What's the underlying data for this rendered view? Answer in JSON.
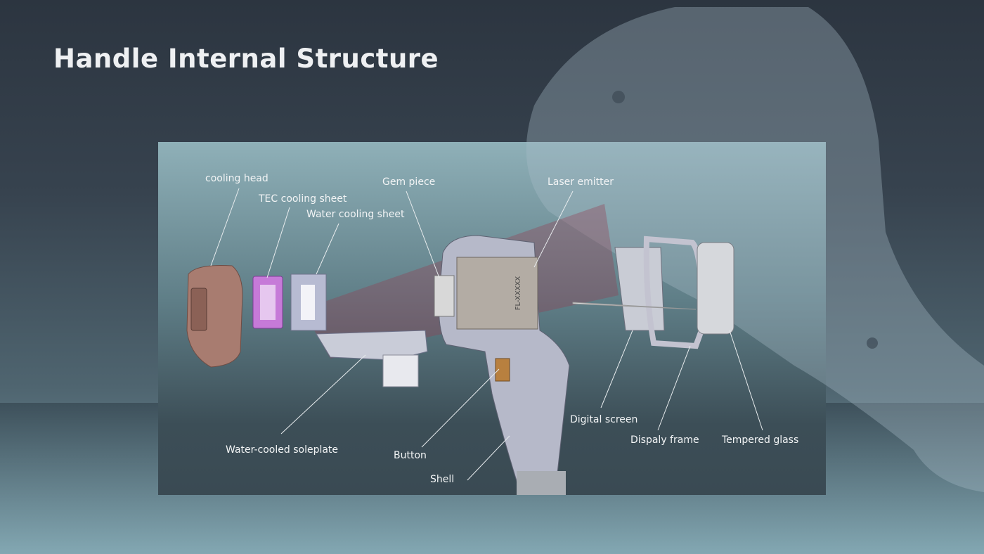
{
  "title": "Handle Internal Structure",
  "emitter_marking": "FL-XXXXX",
  "labels": {
    "cooling_head": "cooling head",
    "tec_cooling_sheet": "TEC cooling sheet",
    "water_cooling_sheet": "Water cooling sheet",
    "gem_piece": "Gem piece",
    "laser_emitter": "Laser emitter",
    "water_cooled_soleplate": "Water-cooled soleplate",
    "button": "Button",
    "shell": "Shell",
    "digital_screen": "Digital screen",
    "display_frame": "Dispaly frame",
    "tempered_glass": "Tempered glass"
  },
  "colors": {
    "cooling_head": "#a87c70",
    "tec_sheet": "#c67ad8",
    "button": "#b8803f"
  }
}
